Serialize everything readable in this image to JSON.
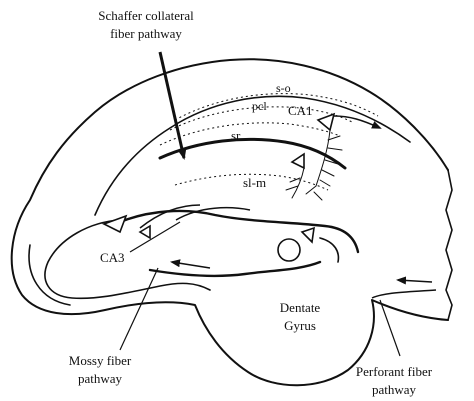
{
  "labels": {
    "schaffer_line1": "Schaffer collateral",
    "schaffer_line2": "fiber pathway",
    "s_o": "s-o",
    "pcl": "pcl",
    "ca1": "CA1",
    "sr": "sr",
    "sl_m": "sl-m",
    "ca3": "CA3",
    "dentate_line1": "Dentate",
    "dentate_line2": "Gyrus",
    "mossy_line1": "Mossy fiber",
    "mossy_line2": "pathway",
    "perforant_line1": "Perforant fiber",
    "perforant_line2": "pathway"
  },
  "colors": {
    "ink": "#111111",
    "background": "#ffffff"
  }
}
